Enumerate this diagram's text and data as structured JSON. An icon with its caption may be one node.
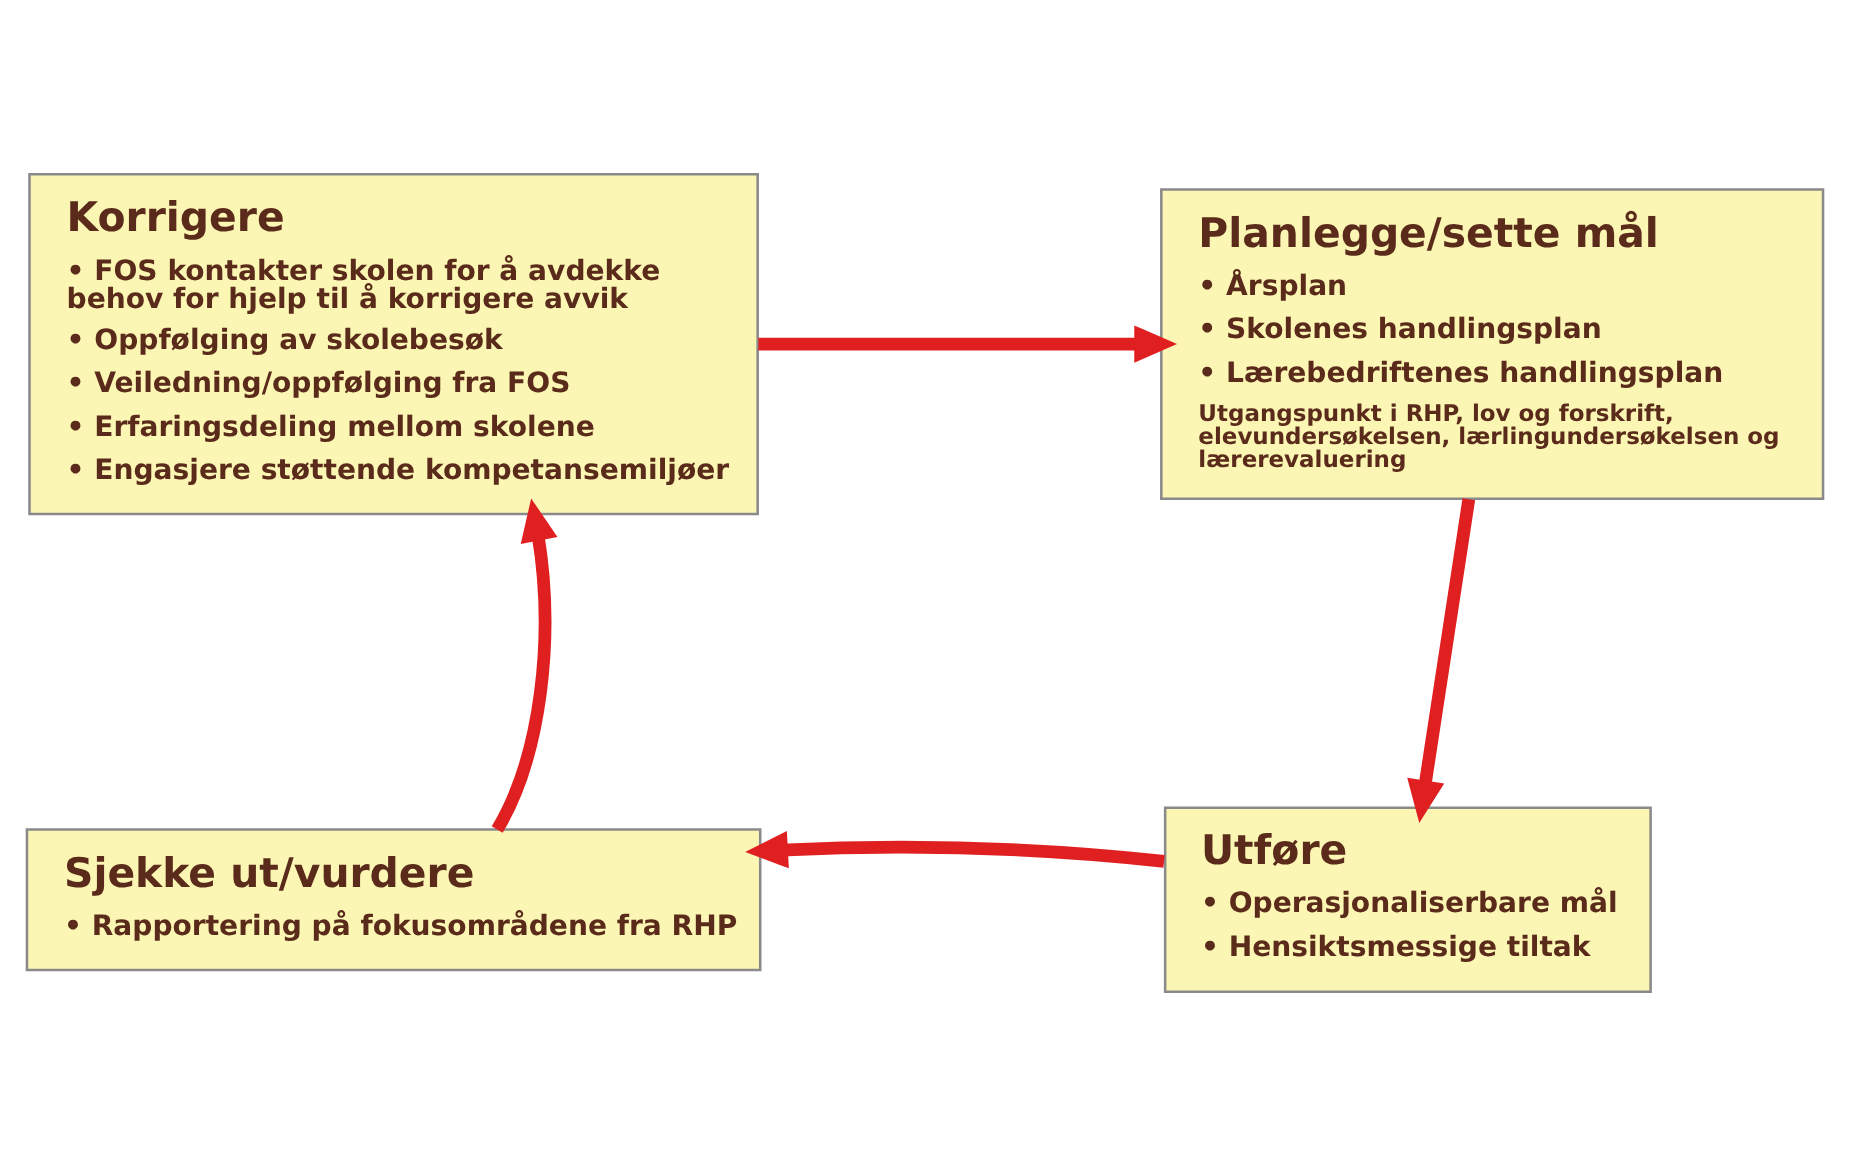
{
  "diagram": {
    "nodes": [
      {
        "text": [
          "Korrigere",
          "• FOS kontakter skolen for å avdekke behov for hjelp til å korrigere avvik",
          "• Oppfølging av skolebesøk",
          "• Veiledning/oppfølging fra FOS",
          "• Erfaringsdeling mellom skolene",
          "• Engasjere støttende kompetansemiljøer"
        ]
      },
      {
        "text": [
          "Planlegge/sette mål",
          "• Årsplan",
          "• Skolenes handlingsplan",
          "• Lærebedriftenes handlingsplan",
          "Utgangspunkt i RHP, lov og forskrift, elevundersøkelsen, lærlingundersøkelsen og lærerevaluering"
        ]
      },
      {
        "text": [
          "Utføre",
          "• Operasjonaliserbare mål",
          "• Hensiktsmessige tiltak"
        ]
      },
      {
        "text": [
          "Sjekke ut/vurdere",
          "• Rapportering på fokusområdene fra RHP"
        ]
      }
    ],
    "edges": [
      {
        "from": 0,
        "to": 1,
        "arrow": "to"
      },
      {
        "from": 1,
        "to": 2,
        "arrow": "to"
      },
      {
        "from": 2,
        "to": 3,
        "arrow": "to"
      },
      {
        "from": 3,
        "to": 0,
        "arrow": "to"
      }
    ]
  }
}
